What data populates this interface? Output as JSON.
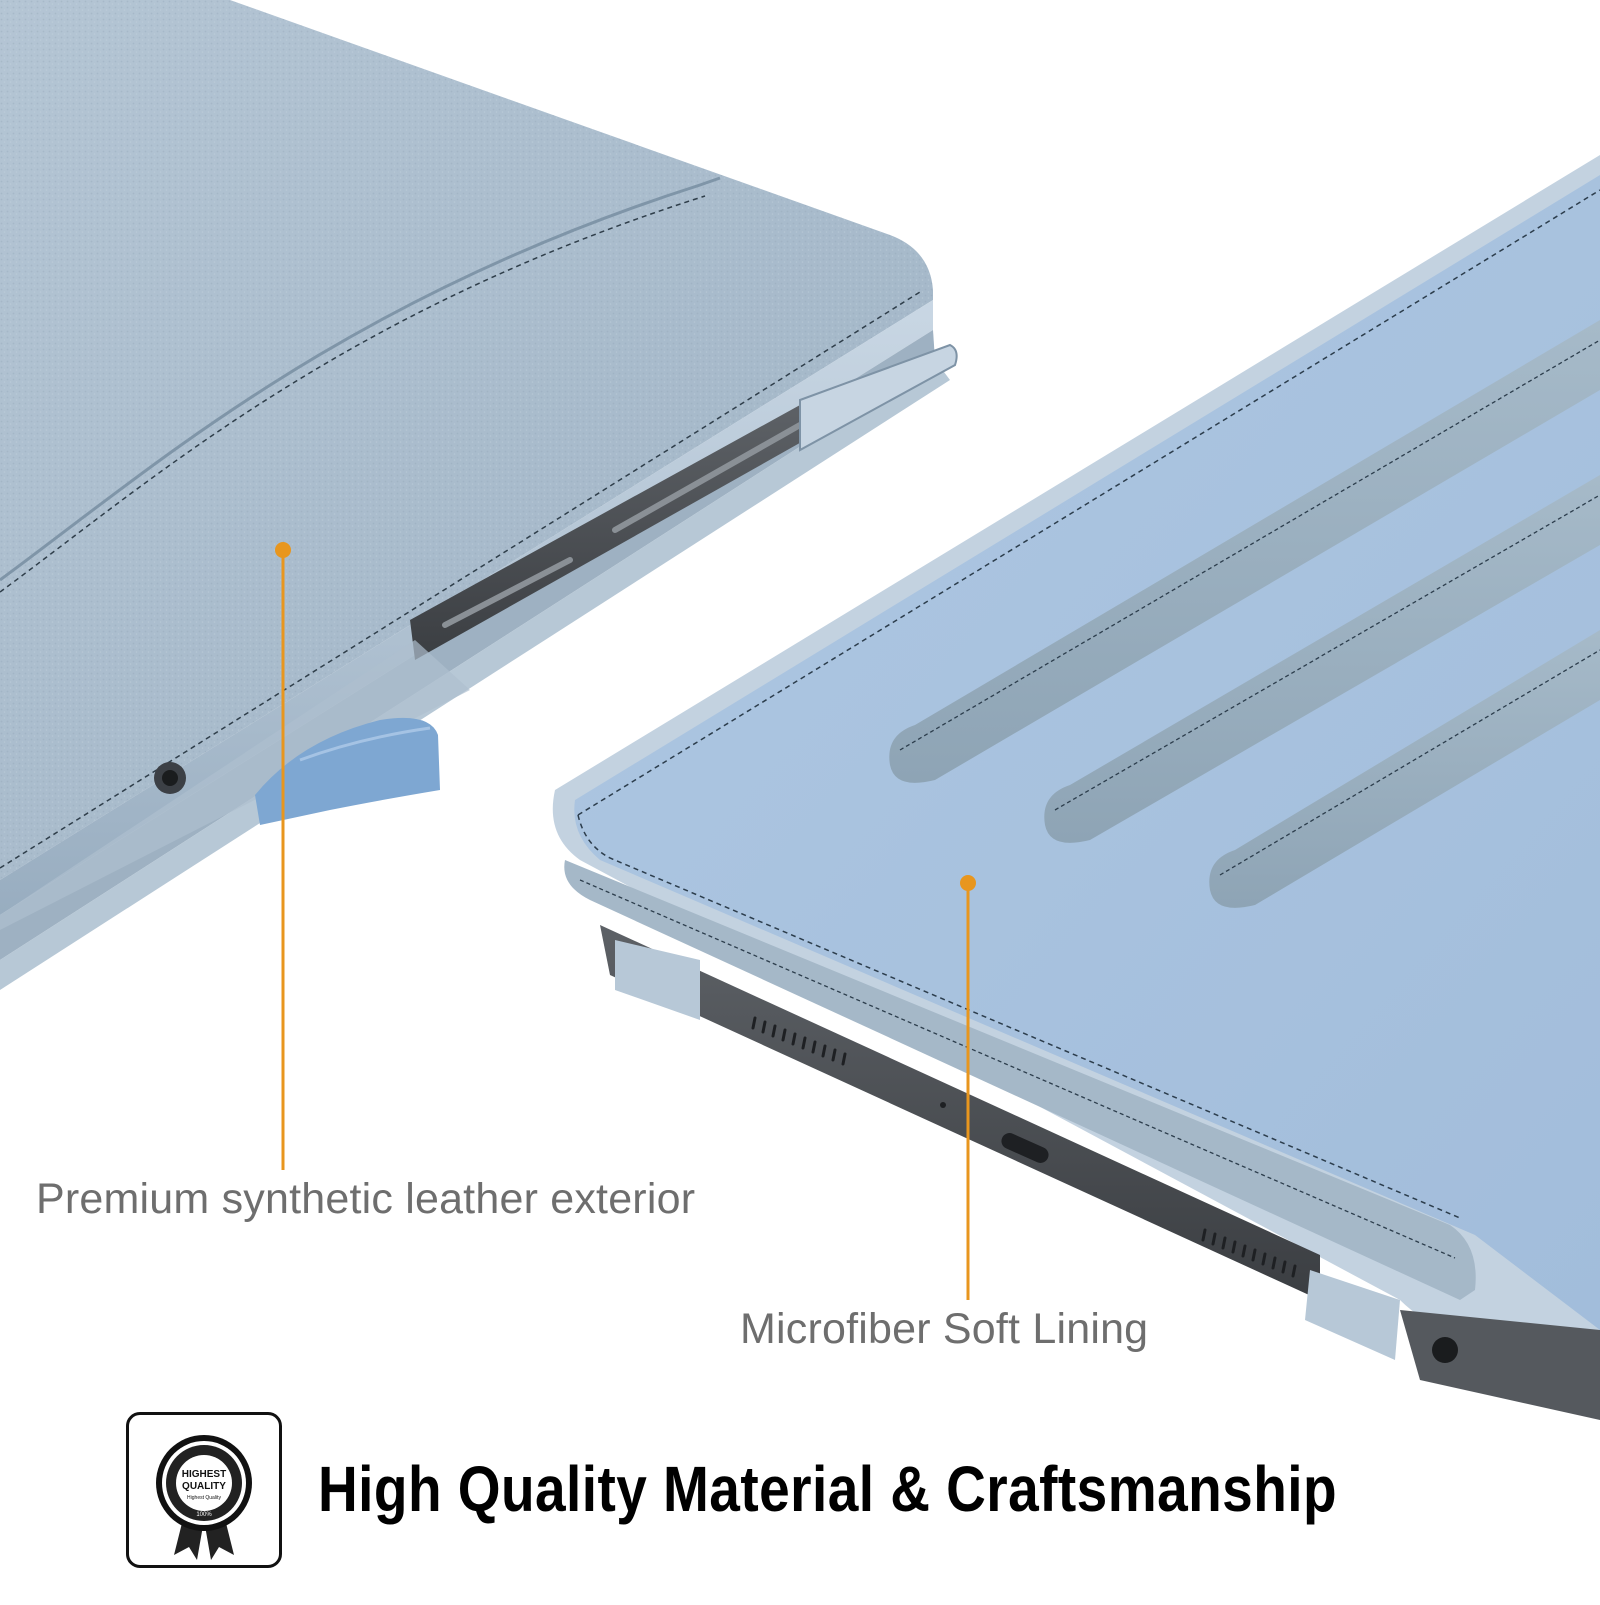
{
  "callouts": {
    "exterior": "Premium synthetic leather exterior",
    "lining": "Microfiber Soft Lining"
  },
  "badge": {
    "line1": "HIGHEST",
    "line2": "QUALITY",
    "line3": "Highest Quality",
    "line4": "100%"
  },
  "headline": "High Quality Material & Craftsmanship",
  "colors": {
    "accent_orange": "#e8961e",
    "leather_blue": "#a9bccd",
    "lining_blue": "#a6c1df",
    "label_gray": "#6e6e6e"
  }
}
